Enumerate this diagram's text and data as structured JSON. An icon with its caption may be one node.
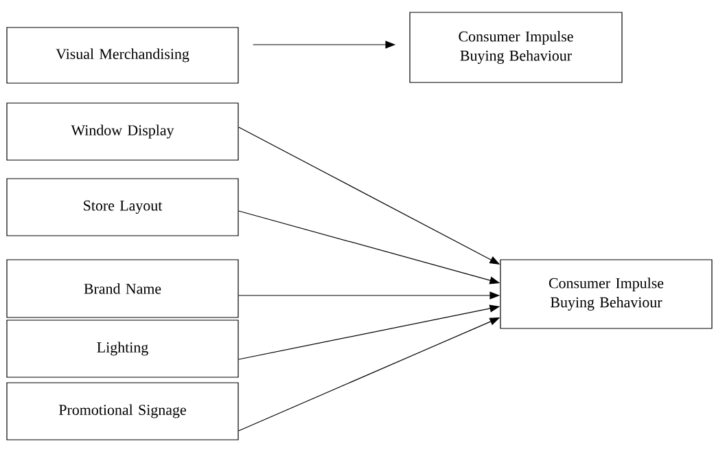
{
  "diagram": {
    "nodes": [
      {
        "text": [
          "Visual Merchandising"
        ]
      },
      {
        "text": [
          "Consumer Impulse Buying Behaviour"
        ]
      },
      {
        "text": [
          "Window Display"
        ]
      },
      {
        "text": [
          "Store Layout"
        ]
      },
      {
        "text": [
          "Brand Name"
        ]
      },
      {
        "text": [
          "Lighting"
        ]
      },
      {
        "text": [
          "Promotional Signage"
        ]
      },
      {
        "text": [
          "Consumer Impulse Buying Behaviour"
        ]
      }
    ],
    "edges": [
      {
        "from": 0,
        "to": 1,
        "arrow": "to"
      },
      {
        "from": 2,
        "to": 7,
        "arrow": "to"
      },
      {
        "from": 3,
        "to": 7,
        "arrow": "to"
      },
      {
        "from": 4,
        "to": 7,
        "arrow": "to"
      },
      {
        "from": 5,
        "to": 7,
        "arrow": "to"
      },
      {
        "from": 6,
        "to": 7,
        "arrow": "to"
      }
    ]
  }
}
